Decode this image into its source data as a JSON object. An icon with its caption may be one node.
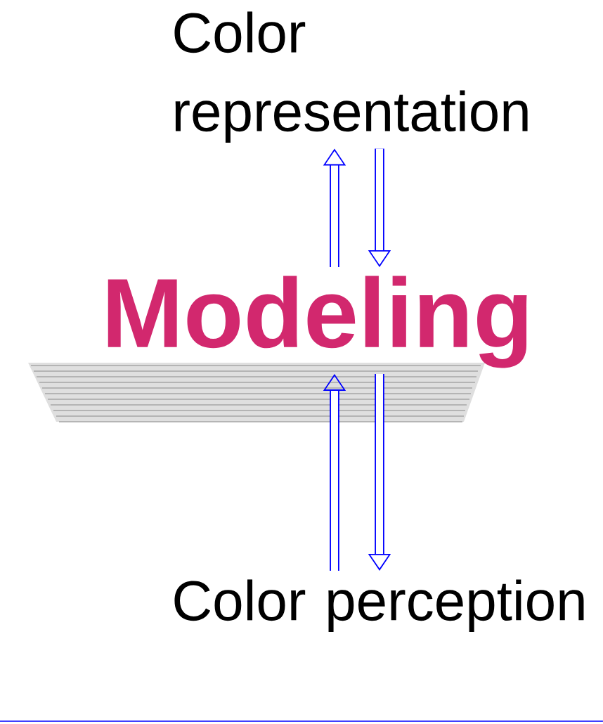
{
  "diagram": {
    "nodes": [
      {
        "text": [
          "Color representation"
        ]
      },
      {
        "text": [
          "Modeling"
        ]
      },
      {
        "text": [
          "Color perception"
        ]
      }
    ],
    "edges": [
      {
        "from": 1,
        "to": 0,
        "arrow": "to"
      },
      {
        "from": 0,
        "to": 1,
        "arrow": "to"
      },
      {
        "from": 2,
        "to": 1,
        "arrow": "to"
      },
      {
        "from": 1,
        "to": 2,
        "arrow": "to"
      }
    ]
  }
}
